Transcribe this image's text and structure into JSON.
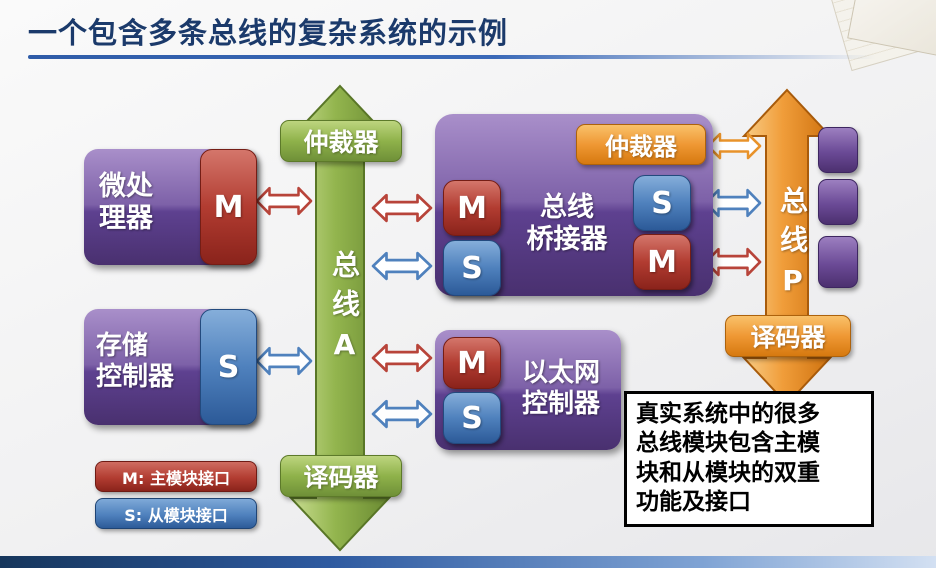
{
  "slide": {
    "title": "一个包含多条总线的复杂系统的示例"
  },
  "bus_a": {
    "label": "总线A",
    "arbiter": "仲裁器",
    "decoder": "译码器"
  },
  "bus_p": {
    "label": "总线P",
    "decoder": "译码器"
  },
  "modules": {
    "microprocessor": {
      "label": "微处\n理器",
      "port_m": "M"
    },
    "memory_controller": {
      "label": "存储\n控制器",
      "port_s": "S"
    },
    "bus_bridge": {
      "label": "总线\n桥接器",
      "arbiter": "仲裁器",
      "left_port_m": "M",
      "left_port_s": "S",
      "right_port_s": "S",
      "right_port_m": "M"
    },
    "ethernet_controller": {
      "label": "以太网\n控制器",
      "port_m": "M",
      "port_s": "S"
    }
  },
  "legend": {
    "master": "M: 主模块接口",
    "slave": "S: 从模块接口"
  },
  "note": {
    "text": "真实系统中的很多\n总线模块包含主模\n块和从模块的双重\n功能及接口"
  },
  "colors": {
    "title": "#1b3a6b",
    "purple": "#6b4a96",
    "red": "#b23c31",
    "blue": "#4f81bd",
    "green": "#8fb24a",
    "orange": "#ef9834"
  }
}
